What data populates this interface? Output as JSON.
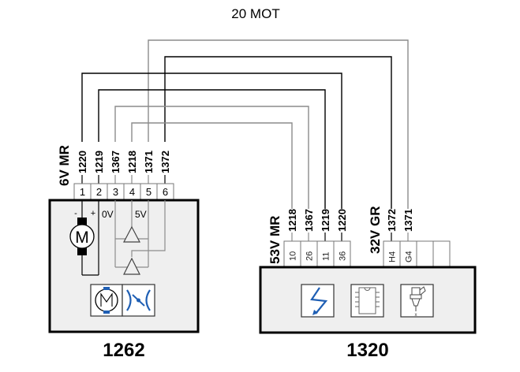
{
  "diagram": {
    "title": "20 MOT",
    "left_component": {
      "id": "1262",
      "connector_label": "6V MR",
      "pins": [
        "1",
        "2",
        "3",
        "4",
        "5",
        "6"
      ],
      "wires": [
        "1220",
        "1219",
        "1367",
        "1218",
        "1371",
        "1372"
      ],
      "motor_symbol": "M",
      "motor_minus": "-",
      "motor_plus": "+",
      "label_0v": "0V",
      "label_5v": "5V",
      "icons": [
        "motor-icon",
        "throttle-valve-icon"
      ]
    },
    "right_component": {
      "id": "1320",
      "connectors": [
        {
          "label": "53V MR",
          "pins": [
            "10",
            "26",
            "11",
            "36"
          ],
          "wires": [
            "1218",
            "1367",
            "1219",
            "1220"
          ]
        },
        {
          "label": "32V GR",
          "pins": [
            "H4",
            "G4",
            "",
            ""
          ],
          "wires": [
            "1372",
            "1371"
          ]
        }
      ],
      "icons": [
        "ignition-spark-icon",
        "ecu-chip-icon",
        "injector-icon"
      ]
    },
    "colors": {
      "wire_black": "#000000",
      "wire_gray": "#8c8c8c",
      "box_fill": "#efefef",
      "icon_blue": "#1f5fb4"
    }
  }
}
